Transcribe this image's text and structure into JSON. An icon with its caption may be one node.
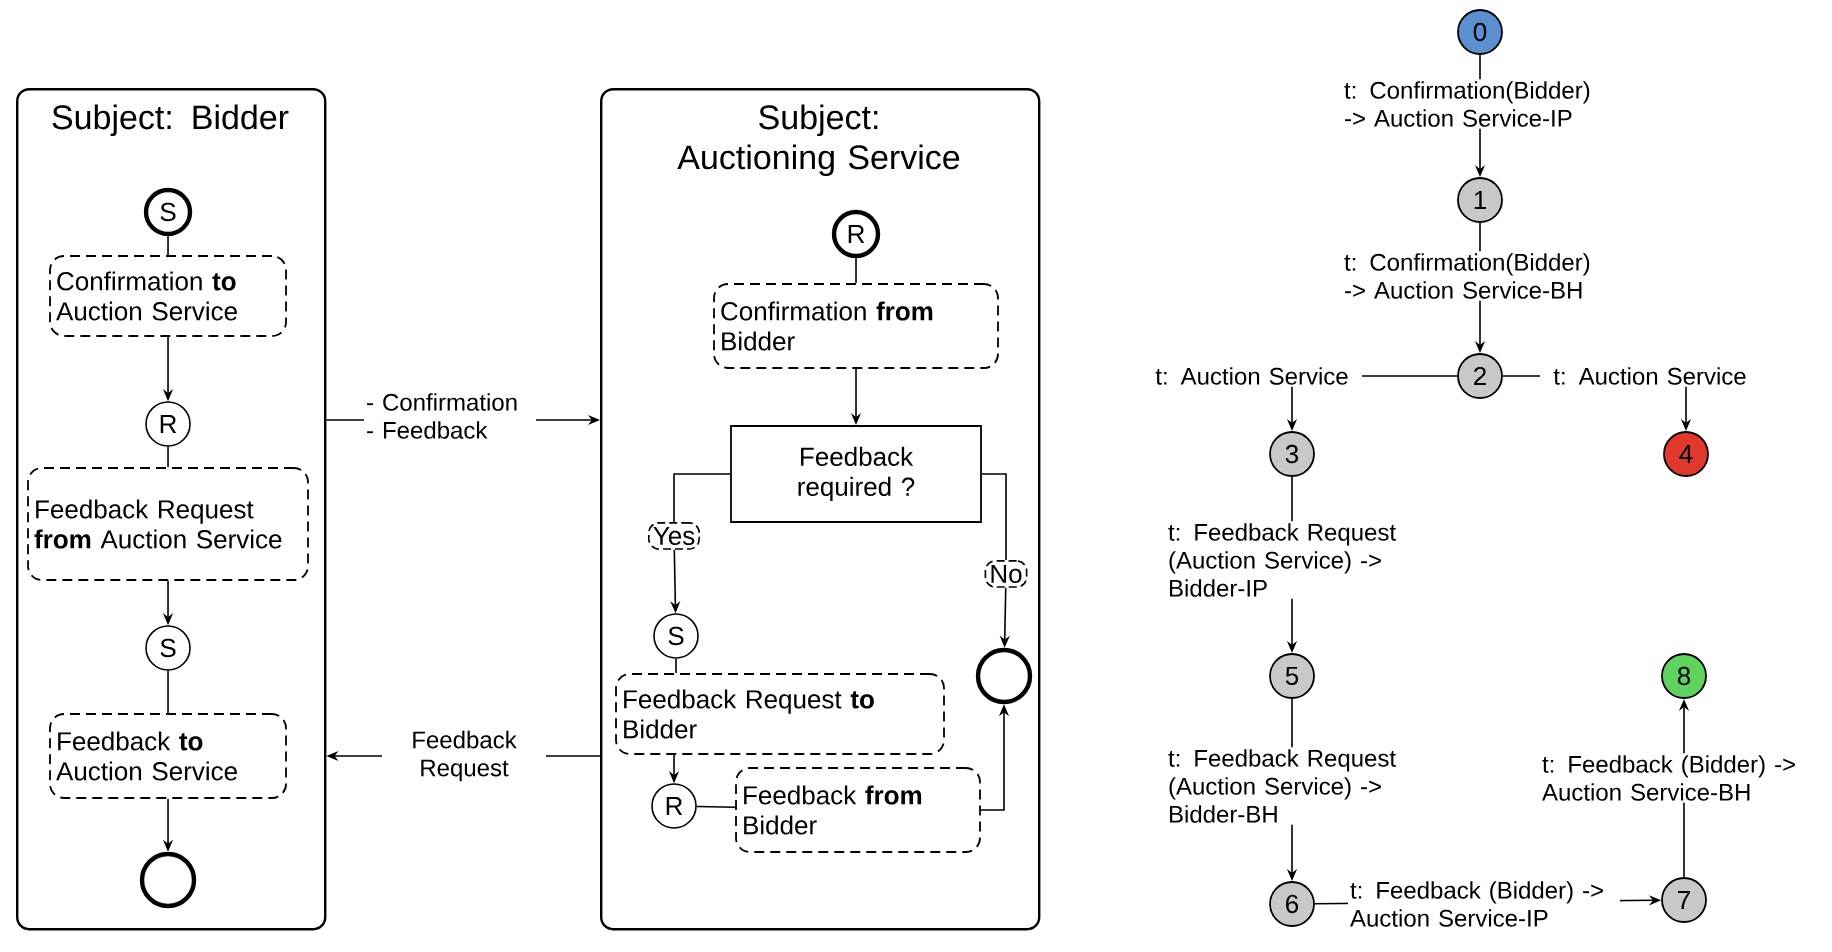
{
  "diagram": {
    "nodes": [
      {
        "text": [
          "Subject: Bidder"
        ]
      },
      {
        "text": [
          "S"
        ],
        "in": 0
      },
      {
        "text": [
          "Confirmation **to** Auction Service"
        ],
        "in": 0
      },
      {
        "text": [
          "R"
        ],
        "in": 0
      },
      {
        "text": [
          "Feedback Request **from** Auction Service"
        ],
        "in": 0
      },
      {
        "text": [
          "S"
        ],
        "in": 0
      },
      {
        "text": [
          "Feedback **to** Auction Service"
        ],
        "in": 0
      },
      {
        "text": [],
        "shape": "circle",
        "in": 0
      },
      {
        "text": [
          "Subject: Auctioning Service"
        ]
      },
      {
        "text": [
          "R"
        ],
        "in": 8
      },
      {
        "text": [
          "Confirmation **from** Bidder"
        ],
        "in": 8
      },
      {
        "text": [
          "Feedback required ?"
        ],
        "in": 8
      },
      {
        "text": [
          "Yes"
        ],
        "in": 8
      },
      {
        "text": [
          "No"
        ],
        "in": 8
      },
      {
        "text": [
          "S"
        ],
        "in": 8
      },
      {
        "text": [
          "Feedback Request **to** Bidder"
        ],
        "in": 8
      },
      {
        "text": [
          "R"
        ],
        "in": 8
      },
      {
        "text": [
          "Feedback **from** Bidder"
        ],
        "in": 8
      },
      {
        "text": [],
        "shape": "circle",
        "in": 8
      },
      {
        "text": [
          "0"
        ]
      },
      {
        "text": [
          "1"
        ]
      },
      {
        "text": [
          "2"
        ]
      },
      {
        "text": [
          "3"
        ]
      },
      {
        "text": [
          "4"
        ]
      },
      {
        "text": [
          "5"
        ]
      },
      {
        "text": [
          "6"
        ]
      },
      {
        "text": [
          "7"
        ]
      },
      {
        "text": [
          "8"
        ]
      }
    ],
    "edges": [
      {
        "from": 1,
        "to": 2,
        "arrow": "none"
      },
      {
        "from": 2,
        "to": 3,
        "arrow": "to"
      },
      {
        "from": 3,
        "to": 4,
        "arrow": "none"
      },
      {
        "from": 4,
        "to": 5,
        "arrow": "to"
      },
      {
        "from": 5,
        "to": 6,
        "arrow": "none"
      },
      {
        "from": 6,
        "to": 7,
        "arrow": "to"
      },
      {
        "from": 9,
        "to": 10,
        "arrow": "none"
      },
      {
        "from": 10,
        "to": 11,
        "arrow": "to"
      },
      {
        "from": 11,
        "to": 12,
        "arrow": "none"
      },
      {
        "from": 12,
        "to": 14,
        "arrow": "to"
      },
      {
        "from": 11,
        "to": 13,
        "arrow": "none"
      },
      {
        "from": 13,
        "to": 18,
        "arrow": "to"
      },
      {
        "from": 14,
        "to": 15,
        "arrow": "none"
      },
      {
        "from": 15,
        "to": 16,
        "arrow": "to"
      },
      {
        "from": 16,
        "to": 17,
        "arrow": "none"
      },
      {
        "from": 17,
        "to": 18,
        "arrow": "to"
      },
      {
        "from": 0,
        "to": 8,
        "arrow": "to",
        "label": "- Confirmation - Feedback"
      },
      {
        "from": 8,
        "to": 0,
        "arrow": "to",
        "label": "Feedback Request"
      },
      {
        "from": 19,
        "to": 20,
        "arrow": "to",
        "label": "t: Confirmation(Bidder) -> Auction Service-IP"
      },
      {
        "from": 20,
        "to": 21,
        "arrow": "to",
        "label": "t: Confirmation(Bidder) -> Auction Service-BH"
      },
      {
        "from": 21,
        "to": 22,
        "arrow": "to",
        "label": "t: Auction Service"
      },
      {
        "from": 21,
        "to": 23,
        "arrow": "to",
        "label": "t: Auction Service"
      },
      {
        "from": 22,
        "to": 24,
        "arrow": "to",
        "label": "t: Feedback Request (Auction Service) -> Bidder-IP"
      },
      {
        "from": 24,
        "to": 25,
        "arrow": "to",
        "label": "t: Feedback Request (Auction Service) -> Bidder-BH"
      },
      {
        "from": 25,
        "to": 26,
        "arrow": "to",
        "label": "t: Feedback (Bidder) -> Auction Service-IP"
      },
      {
        "from": 26,
        "to": 27,
        "arrow": "to",
        "label": "t: Feedback (Bidder) -> Auction Service-BH"
      }
    ]
  }
}
